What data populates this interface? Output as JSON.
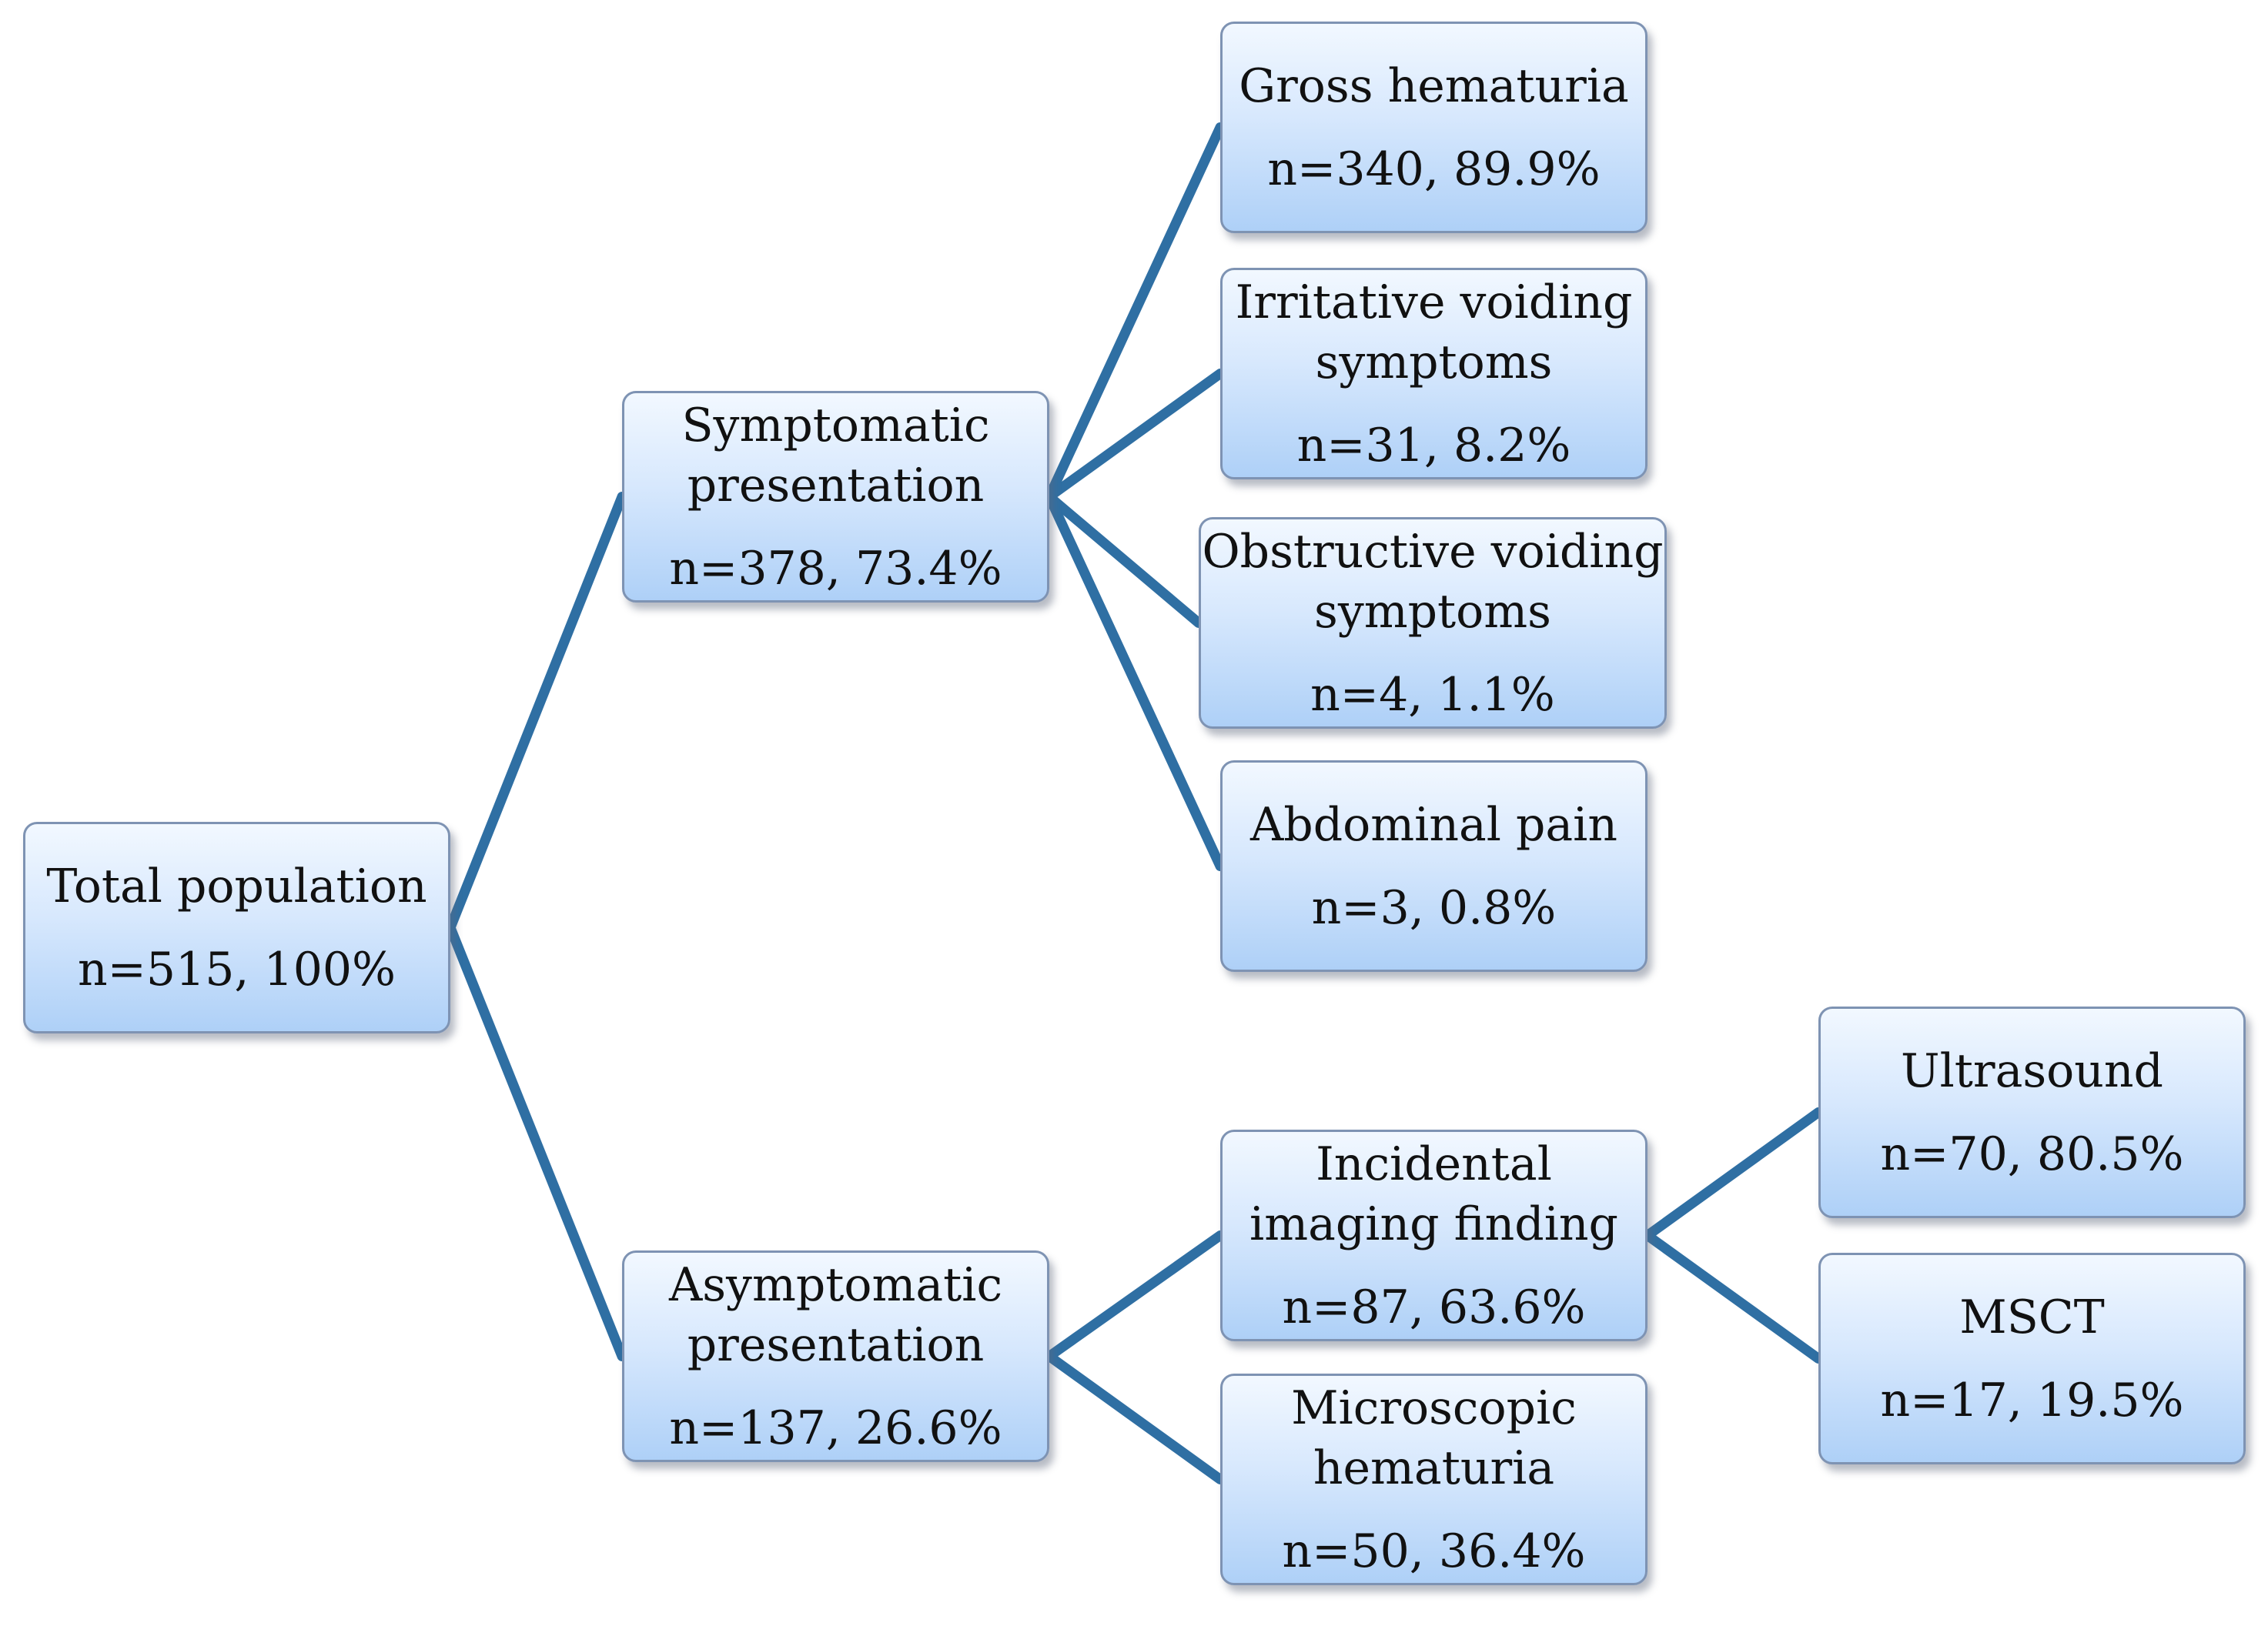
{
  "diagram": {
    "nodes": [
      {
        "id": "total",
        "label_lines": [
          "Total population"
        ],
        "stat": "n=515, 100%"
      },
      {
        "id": "symptomatic",
        "label_lines": [
          "Symptomatic",
          "presentation"
        ],
        "stat": "n=378, 73.4%"
      },
      {
        "id": "asymptomatic",
        "label_lines": [
          "Asymptomatic",
          "presentation"
        ],
        "stat": "n=137, 26.6%"
      },
      {
        "id": "gross-hematuria",
        "label_lines": [
          "Gross hematuria"
        ],
        "stat": "n=340, 89.9%"
      },
      {
        "id": "irritative-voiding",
        "label_lines": [
          "Irritative voiding",
          "symptoms"
        ],
        "stat": "n=31, 8.2%"
      },
      {
        "id": "obstructive-voiding",
        "label_lines": [
          "Obstructive voiding",
          "symptoms"
        ],
        "stat": "n=4, 1.1%"
      },
      {
        "id": "abdominal-pain",
        "label_lines": [
          "Abdominal pain"
        ],
        "stat": "n=3, 0.8%"
      },
      {
        "id": "incidental-imaging",
        "label_lines": [
          "Incidental",
          "imaging finding"
        ],
        "stat": "n=87, 63.6%"
      },
      {
        "id": "microscopic-hematuria",
        "label_lines": [
          "Microscopic",
          "hematuria"
        ],
        "stat": "n=50, 36.4%"
      },
      {
        "id": "ultrasound",
        "label_lines": [
          "Ultrasound"
        ],
        "stat": "n=70, 80.5%"
      },
      {
        "id": "msct",
        "label_lines": [
          "MSCT"
        ],
        "stat": "n=17, 19.5%"
      }
    ],
    "edges": [
      [
        "total",
        "symptomatic"
      ],
      [
        "total",
        "asymptomatic"
      ],
      [
        "symptomatic",
        "gross-hematuria"
      ],
      [
        "symptomatic",
        "irritative-voiding"
      ],
      [
        "symptomatic",
        "obstructive-voiding"
      ],
      [
        "symptomatic",
        "abdominal-pain"
      ],
      [
        "asymptomatic",
        "incidental-imaging"
      ],
      [
        "asymptomatic",
        "microscopic-hematuria"
      ],
      [
        "incidental-imaging",
        "ultrasound"
      ],
      [
        "incidental-imaging",
        "msct"
      ]
    ],
    "colors": {
      "connector": "#2f6fa3",
      "box_border": "#7e93b3",
      "box_fill_top": "#f2f8ff",
      "box_fill_bottom": "#aed0f7",
      "text": "#111111"
    }
  }
}
